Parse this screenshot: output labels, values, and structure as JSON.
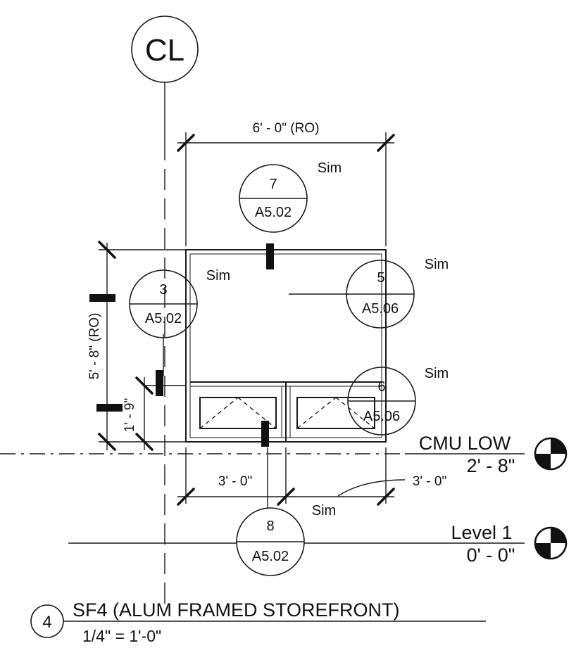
{
  "centerline": {
    "label": "CL"
  },
  "dimensions": {
    "top_width": "6' - 0\" (RO)",
    "left_height": "5' - 8\" (RO)",
    "left_lower": "1' - 9\"",
    "bottom_left": "3' - 0\"",
    "bottom_right": "3' - 0\""
  },
  "callouts": [
    {
      "id": "7",
      "number": "7",
      "sheet": "A5.02",
      "note": "Sim"
    },
    {
      "id": "3",
      "number": "3",
      "sheet": "A5.02",
      "note": "Sim"
    },
    {
      "id": "5",
      "number": "5",
      "sheet": "A5.06",
      "note": "Sim"
    },
    {
      "id": "6",
      "number": "6",
      "sheet": "A5.06",
      "note": "Sim"
    },
    {
      "id": "8",
      "number": "8",
      "sheet": "A5.02",
      "note": "Sim"
    }
  ],
  "levels": [
    {
      "name": "CMU LOW",
      "elevation": "2' - 8\""
    },
    {
      "name": "Level 1",
      "elevation": "0' - 0\""
    }
  ],
  "title": {
    "number": "4",
    "name": "SF4 (ALUM FRAMED STOREFRONT)",
    "scale": "1/4\" = 1'-0\""
  },
  "colors": {
    "ink": "#111111",
    "paper": "#ffffff"
  }
}
